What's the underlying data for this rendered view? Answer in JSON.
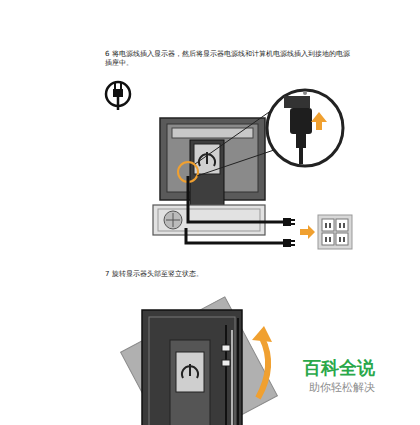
{
  "diagram": {
    "labels": [
      "6 将电源线插入显示器，然后将显示器电源线和计算机电源线插入到接地的电源 插座中。",
      "7 旋转显示器头部至竖立状态。",
      "百科全说",
      "助你轻松解决"
    ]
  }
}
